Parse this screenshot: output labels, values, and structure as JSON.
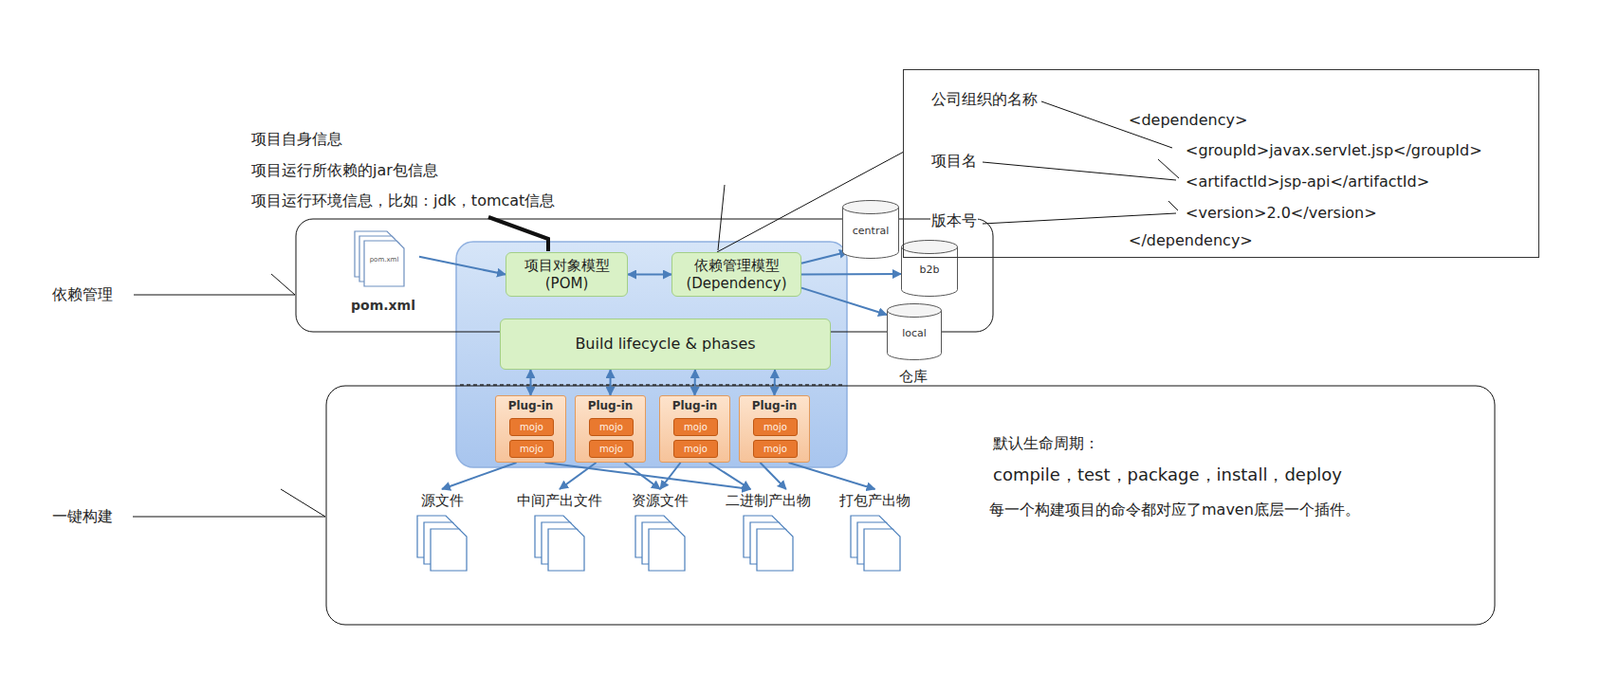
{
  "diagram": {
    "nodes": [
      {
        "text": [
          "pom.xml",
          "pom.xml"
        ]
      },
      {
        "text": [
          "项目对象模型 (POM)"
        ]
      },
      {
        "text": [
          "依赖管理模型 (Dependency)"
        ]
      },
      {
        "text": [
          "central"
        ]
      },
      {
        "text": [
          "b2b"
        ]
      },
      {
        "text": [
          "local"
        ]
      },
      {
        "text": [
          "公司组织的名称",
          "项目名",
          "版本号",
          "<dependency>",
          "<groupId>javax.servlet.jsp</groupId>",
          "<artifactId>jsp-api</artifactId>",
          "<version>2.0</version>",
          "</dependency>"
        ]
      },
      {
        "text": [
          "Build lifecycle & phases"
        ]
      },
      {
        "text": [
          "Plug-in"
        ]
      },
      {
        "text": [
          "mojo"
        ],
        "in": 8
      },
      {
        "text": [
          "mojo"
        ],
        "in": 8
      },
      {
        "text": [
          "Plug-in"
        ]
      },
      {
        "text": [
          "mojo"
        ],
        "in": 11
      },
      {
        "text": [
          "mojo"
        ],
        "in": 11
      },
      {
        "text": [
          "Plug-in"
        ]
      },
      {
        "text": [
          "mojo"
        ],
        "in": 14
      },
      {
        "text": [
          "mojo"
        ],
        "in": 14
      },
      {
        "text": [
          "Plug-in"
        ]
      },
      {
        "text": [
          "mojo"
        ],
        "in": 17
      },
      {
        "text": [
          "mojo"
        ],
        "in": 17
      },
      {
        "text": [
          "源文件"
        ]
      },
      {
        "text": [
          "中间产出文件"
        ]
      },
      {
        "text": [
          "资源文件"
        ]
      },
      {
        "text": [
          "二进制产出物"
        ]
      },
      {
        "text": [
          "打包产出物"
        ]
      }
    ],
    "edges": [
      {
        "from": 0,
        "to": 1,
        "arrow": "to"
      },
      {
        "from": 1,
        "to": 2,
        "arrow": "both"
      },
      {
        "from": 2,
        "to": 3,
        "arrow": "to"
      },
      {
        "from": 2,
        "to": 4,
        "arrow": "to"
      },
      {
        "from": 2,
        "to": 5,
        "arrow": "to"
      },
      {
        "from": 2,
        "to": 6,
        "arrow": "none"
      },
      {
        "from": 7,
        "to": 8,
        "arrow": "both"
      },
      {
        "from": 7,
        "to": 11,
        "arrow": "both"
      },
      {
        "from": 7,
        "to": 14,
        "arrow": "both"
      },
      {
        "from": 7,
        "to": 17,
        "arrow": "both"
      },
      {
        "from": 8,
        "to": 20,
        "arrow": "to"
      },
      {
        "from": 8,
        "to": 23,
        "arrow": "to"
      },
      {
        "from": 11,
        "to": 21,
        "arrow": "to"
      },
      {
        "from": 11,
        "to": 22,
        "arrow": "to"
      },
      {
        "from": 14,
        "to": 22,
        "arrow": "to"
      },
      {
        "from": 14,
        "to": 23,
        "arrow": "to"
      },
      {
        "from": 17,
        "to": 23,
        "arrow": "to"
      },
      {
        "from": 17,
        "to": 24,
        "arrow": "to"
      }
    ],
    "labels": [
      "项目自身信息",
      "项目运行所依赖的jar包信息",
      "项目运行环境信息，比如：jdk，tomcat信息",
      "依赖管理",
      "一键构建",
      "仓库",
      "默认生命周期：",
      "compile，test，package，install，deploy",
      "每一个构建项目的命令都对应了maven底层一个插件。"
    ]
  }
}
